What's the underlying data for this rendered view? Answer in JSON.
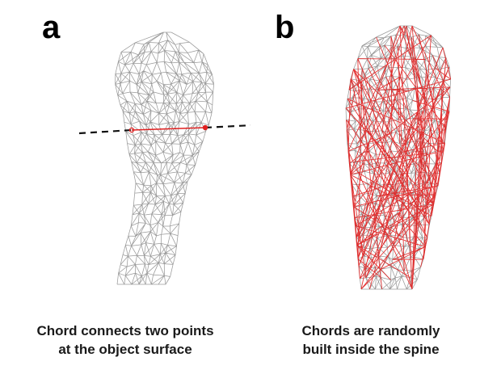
{
  "panels": [
    {
      "letter": "a",
      "caption_line1": "Chord connects two points",
      "caption_line2": "at the object surface"
    },
    {
      "letter": "b",
      "caption_line1": "Chords are randomly",
      "caption_line2": "built inside the spine"
    }
  ],
  "colors": {
    "mesh": "#9a9a9a",
    "chord": "#e02020",
    "extension": "#111111"
  }
}
